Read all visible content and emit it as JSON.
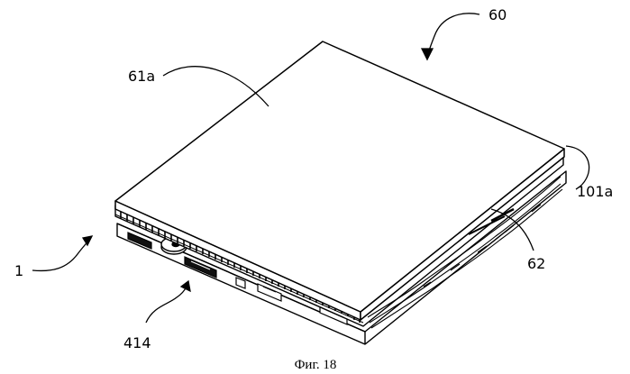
{
  "labels": {
    "ref_60": "60",
    "ref_61a": "61a",
    "ref_101a": "101a",
    "ref_62": "62",
    "ref_1": "1",
    "ref_414": "414"
  },
  "caption": "Фиг. 18"
}
